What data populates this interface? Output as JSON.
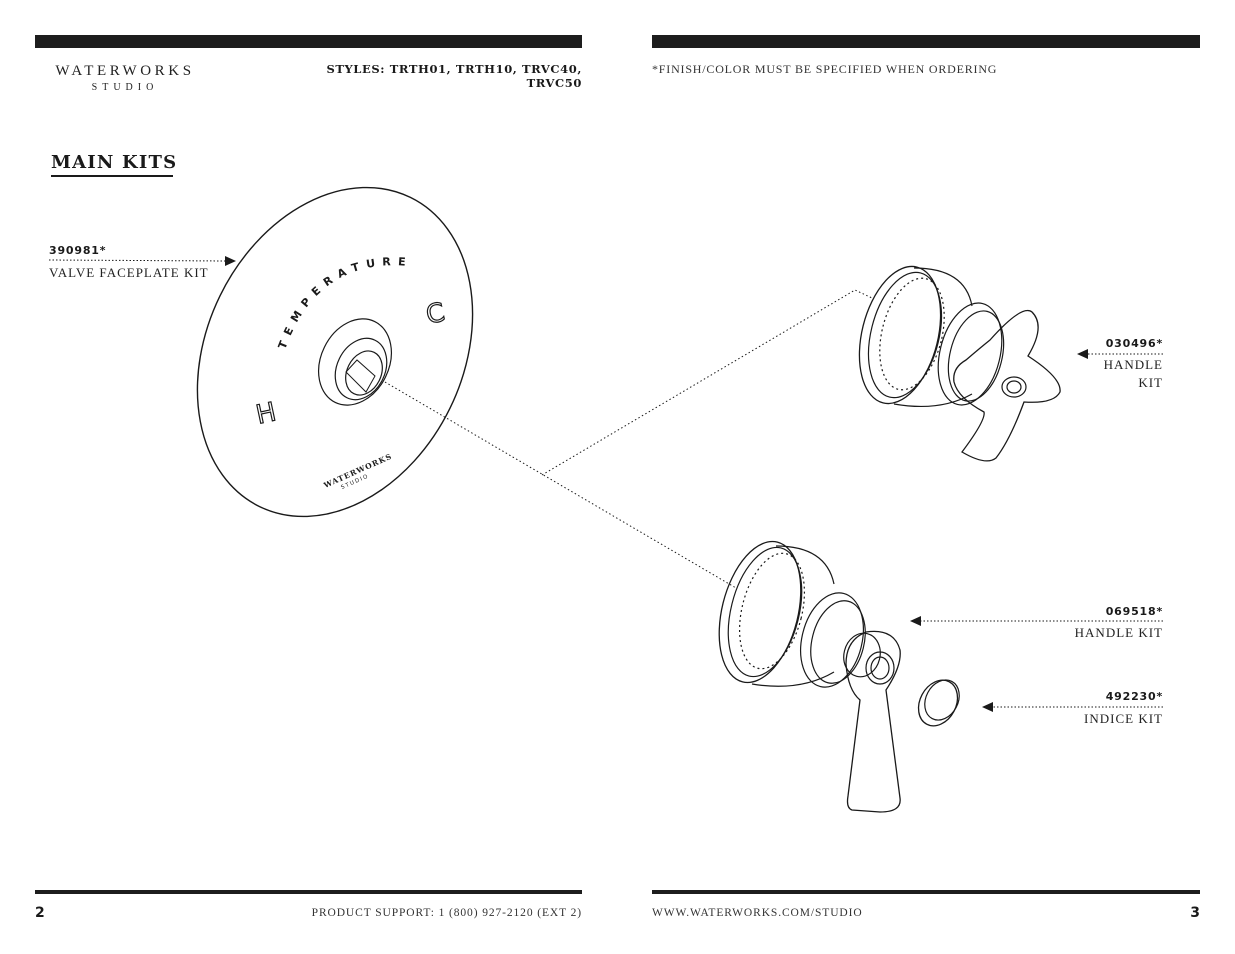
{
  "header": {
    "brand": "WATERWORKS",
    "brand_sub": "STUDIO",
    "styles": "STYLES: TRTH01, TRTH10, TRVC40, TRVC50",
    "finish_note": "*FINISH/COLOR MUST BE SPECIFIED WHEN ORDERING"
  },
  "section_title": "MAIN KITS",
  "faceplate": {
    "word": "TEMPERATURE",
    "hot": "H",
    "cold": "C",
    "logo": "WATERWORKS",
    "logo_sub": "STUDIO"
  },
  "parts": [
    {
      "number": "390981*",
      "name": "VALVE FACEPLATE KIT"
    },
    {
      "number": "030496*",
      "name_line1": "HANDLE",
      "name_line2": "KIT"
    },
    {
      "number": "069518*",
      "name": "HANDLE KIT"
    },
    {
      "number": "492230*",
      "name": "INDICE KIT"
    }
  ],
  "footer": {
    "page_left": "2",
    "support": "PRODUCT SUPPORT: 1 (800) 927-2120 (EXT 2)",
    "website": "WWW.WATERWORKS.COM/STUDIO",
    "page_right": "3"
  }
}
